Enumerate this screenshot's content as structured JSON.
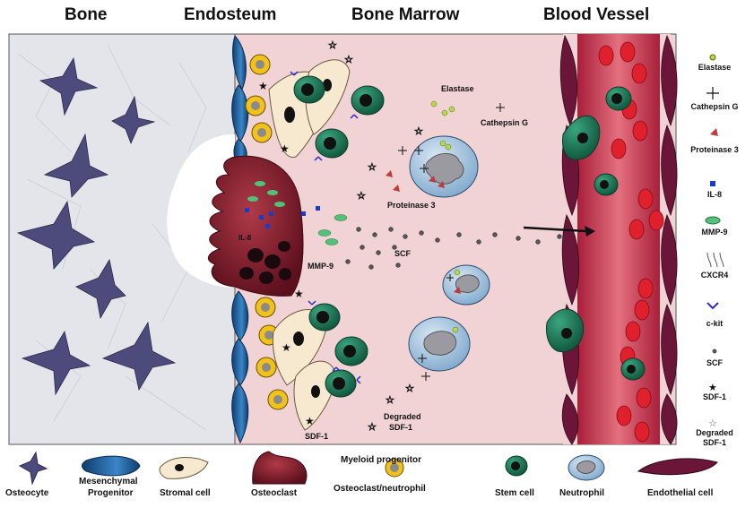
{
  "headers": {
    "bone": "Bone",
    "endosteum": "Endosteum",
    "marrow": "Bone Marrow",
    "vessel": "Blood Vessel"
  },
  "labels": {
    "elastase": "Elastase",
    "cathepsin": "Cathepsin G",
    "proteinase": "Proteinase 3",
    "scf": "SCF",
    "mmp9": "MMP-9",
    "degraded_1": "Degraded",
    "degraded_2": "SDF-1",
    "sdf1": "SDF-1",
    "osteoclast_il8": "IL-8"
  },
  "key": {
    "elastase": "Elastase",
    "cathepsin": "Cathepsin G",
    "proteinase": "Proteinase 3",
    "il8": "IL-8",
    "mmp9": "MMP-9",
    "cxcr4": "CXCR4",
    "ckit": "c-kit",
    "scf": "SCF",
    "sdf1": "SDF-1",
    "degraded_1": "Degraded",
    "degraded_2": "SDF-1"
  },
  "legend": {
    "osteocyte": "Osteocyte",
    "mesenchymal_1": "Mesenchymal",
    "mesenchymal_2": "Progenitor",
    "stromal": "Stromal cell",
    "osteoclast": "Osteoclast",
    "myeloid_1": "Myeloid progenitor",
    "myeloid_2": "Osteoclast/neutrophil",
    "stem": "Stem cell",
    "neutrophil": "Neutrophil",
    "endothelial": "Endothelial cell"
  },
  "colors": {
    "marrow": "#f1d3d5",
    "bone": "#e2e3e8",
    "vessel": "#c0324a",
    "endothelial": "#6b1638",
    "mesenchymal": "#1d5b95",
    "osteoclast": "#7a1626",
    "stem_cell": "#1f7a5c",
    "neutrophil": "#9cc0dd",
    "myeloid": "#f2c21a",
    "stromal": "#f6e9d0",
    "osteocyte": "#4d4a7c",
    "rbc": "#e0202c"
  }
}
